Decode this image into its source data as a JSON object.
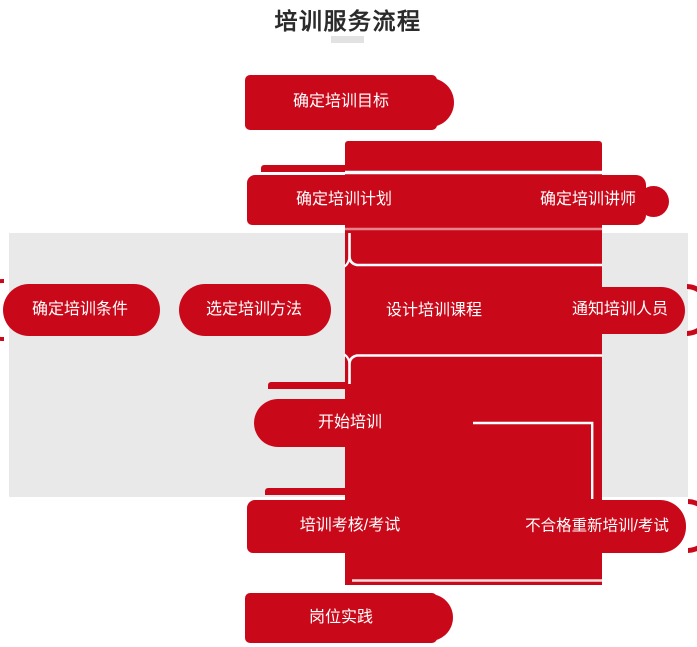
{
  "title": {
    "text": "培训服务流程"
  },
  "nodes": {
    "goal": {
      "label": "确定培训目标"
    },
    "plan": {
      "label": "确定培训计划"
    },
    "instructor": {
      "label": "确定培训讲师"
    },
    "conditions": {
      "label": "确定培训条件"
    },
    "method": {
      "label": "选定培训方法"
    },
    "course": {
      "label": "设计培训课程"
    },
    "notify": {
      "label": "通知培训人员"
    },
    "start": {
      "label": "开始培训"
    },
    "exam": {
      "label": "培训考核/考试"
    },
    "retrain": {
      "label": "不合格重新培训/考试"
    },
    "practice": {
      "label": "岗位实践"
    }
  },
  "colors": {
    "primary_red": "#c9091a",
    "panel_gray": "#e9e9e9",
    "title_text": "#2b2b2b",
    "divider_bar": "#e2e2e2",
    "node_text": "#ffffff"
  }
}
